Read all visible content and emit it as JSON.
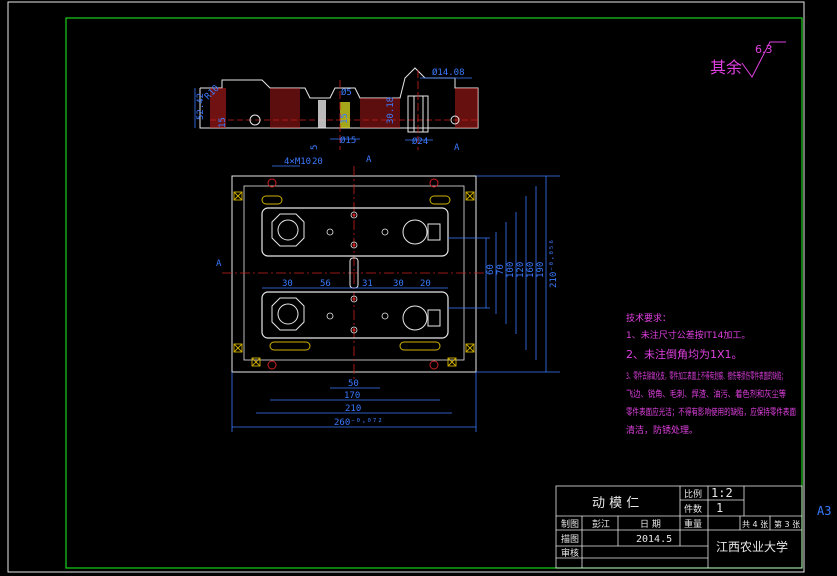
{
  "drawing": {
    "roughness_label": "其余",
    "roughness_value": "6.3",
    "sheet_size": "A3"
  },
  "dimensions": {
    "top_view": [
      "R10",
      "52.42",
      "15",
      "Ø5",
      "Ø14.08",
      "30.18",
      "15",
      "5",
      "Ø15",
      "Ø24",
      "A"
    ],
    "plan_top": [
      "4×M10",
      "20",
      "A"
    ],
    "plan_right": [
      "60",
      "70",
      "100",
      "120",
      "160",
      "190",
      "210",
      "210⁻⁰·⁰⁵⁶",
      "A"
    ],
    "plan_inner": [
      "30",
      "56",
      "31",
      "30",
      "20"
    ],
    "plan_bottom": [
      "50",
      "170",
      "210",
      "260⁻⁰·⁰⁷²"
    ],
    "tolerance_note": "-0.056",
    "tolerance_note_2": "-0.072"
  },
  "tech_requirements": {
    "title": "技术要求：",
    "items": [
      "1、未注尺寸公差按IT14加工。",
      "2、未注倒角均为1X1。",
      "3、零件去除氧化皮，零件加工表面上不得有划痕、擦伤等损伤零件表面的缺陷；",
      "飞边、锐角、毛刺、焊渣、油污、着色剂和灰尘等",
      "零件表面应光洁；不得有影响使用的缺陷，应保持零件表面",
      "清洁，防锈处理。"
    ]
  },
  "title_block": {
    "part_name": "动 模 仁",
    "scale_label": "比例",
    "scale_value": "1:2",
    "qty_label": "件数",
    "qty_value": "1",
    "drawn_label": "制图",
    "drawn_name": "彭江",
    "date_label": "日 期",
    "weight_label": "重量",
    "sheets": "共 4 张",
    "sheet_no": "第 3 张",
    "check_label": "描图",
    "date_value": "2014.5",
    "school": "江西农业大学",
    "review_label": "审核"
  }
}
